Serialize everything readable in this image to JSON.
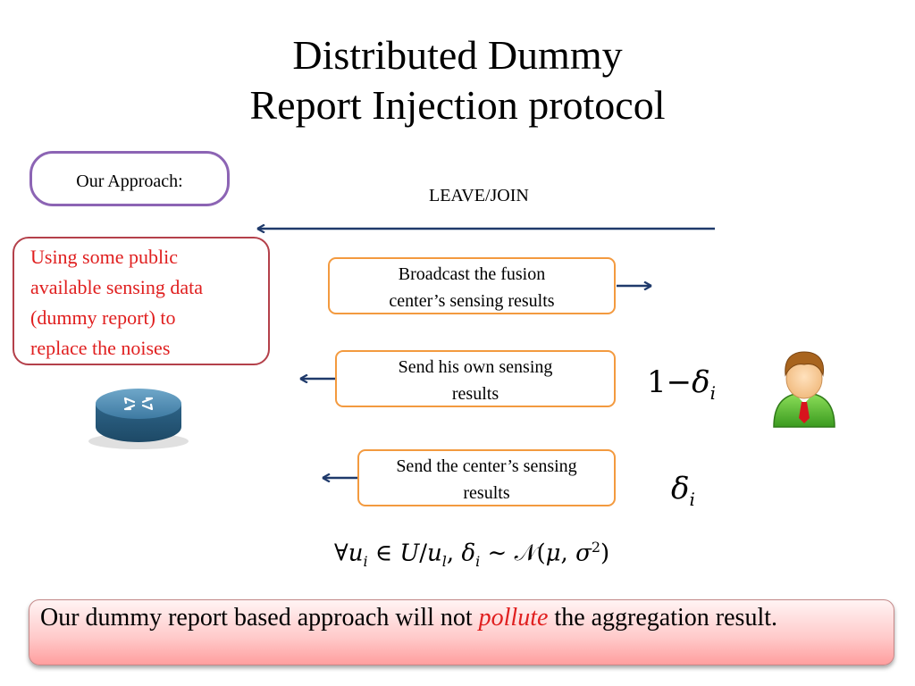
{
  "title": {
    "line1": "Distributed Dummy",
    "line2": "Report Injection protocol"
  },
  "approach_label": "Our Approach:",
  "leave_join_label": "LEAVE/JOIN",
  "red_box": {
    "lines": [
      "Using some public",
      "available sensing data",
      "(dummy report) to",
      "replace the noises"
    ],
    "color": "#e01f1f"
  },
  "steps": [
    {
      "line1": "Broadcast the fusion",
      "line2": "center’s sensing results"
    },
    {
      "line1": "Send his own sensing",
      "line2": "results"
    },
    {
      "line1": "Send the center’s sensing",
      "line2": "results"
    }
  ],
  "prob_own": {
    "prefix": "1−",
    "symbol": "δ",
    "subscript": "i"
  },
  "prob_center": {
    "symbol": "δ",
    "subscript": "i"
  },
  "formula": {
    "text_a": "∀",
    "u": "u",
    "sub_i": "i",
    "text_b": " ∈ ",
    "U": "U",
    "slash": "/",
    "u2": "u",
    "sub_l": "l",
    "comma": ", ",
    "delta": "δ",
    "sub_i2": "i",
    "tilde": " ∼ ",
    "N": "𝒩",
    "open": "(",
    "mu": "μ",
    "sep": ", ",
    "sigma": "σ",
    "sq": "2",
    "close": ")"
  },
  "conclusion": {
    "before": "Our dummy report based approach will not ",
    "emph": "pollute",
    "after": " the aggregation result."
  },
  "icons": {
    "router": "router-icon",
    "user": "user-avatar-icon"
  },
  "colors": {
    "arrow": "#1f3a6b",
    "orange_border": "#f39a3f",
    "purple_border": "#8c64b4",
    "red_border": "#b4404a"
  }
}
